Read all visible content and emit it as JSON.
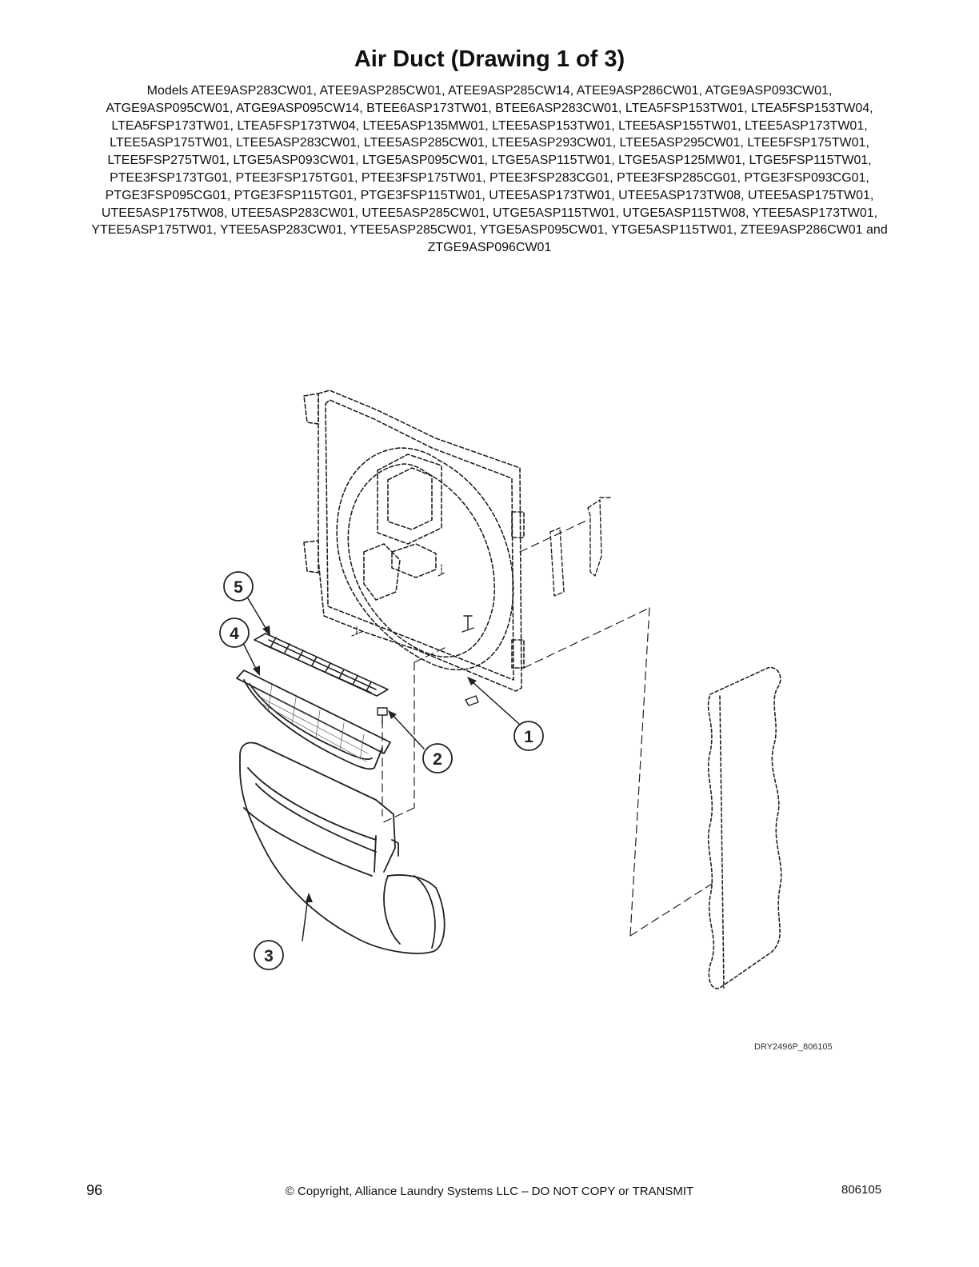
{
  "header": {
    "title": "Air Duct (Drawing 1 of 3)",
    "models": "Models ATEE9ASP283CW01, ATEE9ASP285CW01, ATEE9ASP285CW14, ATEE9ASP286CW01, ATGE9ASP093CW01, ATGE9ASP095CW01, ATGE9ASP095CW14, BTEE6ASP173TW01, BTEE6ASP283CW01, LTEA5FSP153TW01, LTEA5FSP153TW04, LTEA5FSP173TW01, LTEA5FSP173TW04, LTEE5ASP135MW01, LTEE5ASP153TW01, LTEE5ASP155TW01, LTEE5ASP173TW01, LTEE5ASP175TW01, LTEE5ASP283CW01, LTEE5ASP285CW01, LTEE5ASP293CW01, LTEE5ASP295CW01, LTEE5FSP175TW01, LTEE5FSP275TW01, LTGE5ASP093CW01, LTGE5ASP095CW01, LTGE5ASP115TW01, LTGE5ASP125MW01, LTGE5FSP115TW01, PTEE3FSP173TG01, PTEE3FSP175TG01, PTEE3FSP175TW01, PTEE3FSP283CG01, PTEE3FSP285CG01, PTGE3FSP093CG01, PTGE3FSP095CG01, PTGE3FSP115TG01, PTGE3FSP115TW01, UTEE5ASP173TW01, UTEE5ASP173TW08, UTEE5ASP175TW01, UTEE5ASP175TW08, UTEE5ASP283CW01, UTEE5ASP285CW01, UTGE5ASP115TW01, UTGE5ASP115TW08, YTEE5ASP173TW01, YTEE5ASP175TW01, YTEE5ASP283CW01, YTEE5ASP285CW01, YTGE5ASP095CW01, YTGE5ASP115TW01, ZTEE9ASP286CW01 and ZTGE9ASP096CW01"
  },
  "drawing": {
    "callouts": [
      "1",
      "2",
      "3",
      "4",
      "5"
    ],
    "code": "DRY2496P_806105"
  },
  "footer": {
    "page_number": "96",
    "copyright": "© Copyright, Alliance Laundry Systems LLC – DO NOT COPY or TRANSMIT",
    "doc_number": "806105"
  }
}
